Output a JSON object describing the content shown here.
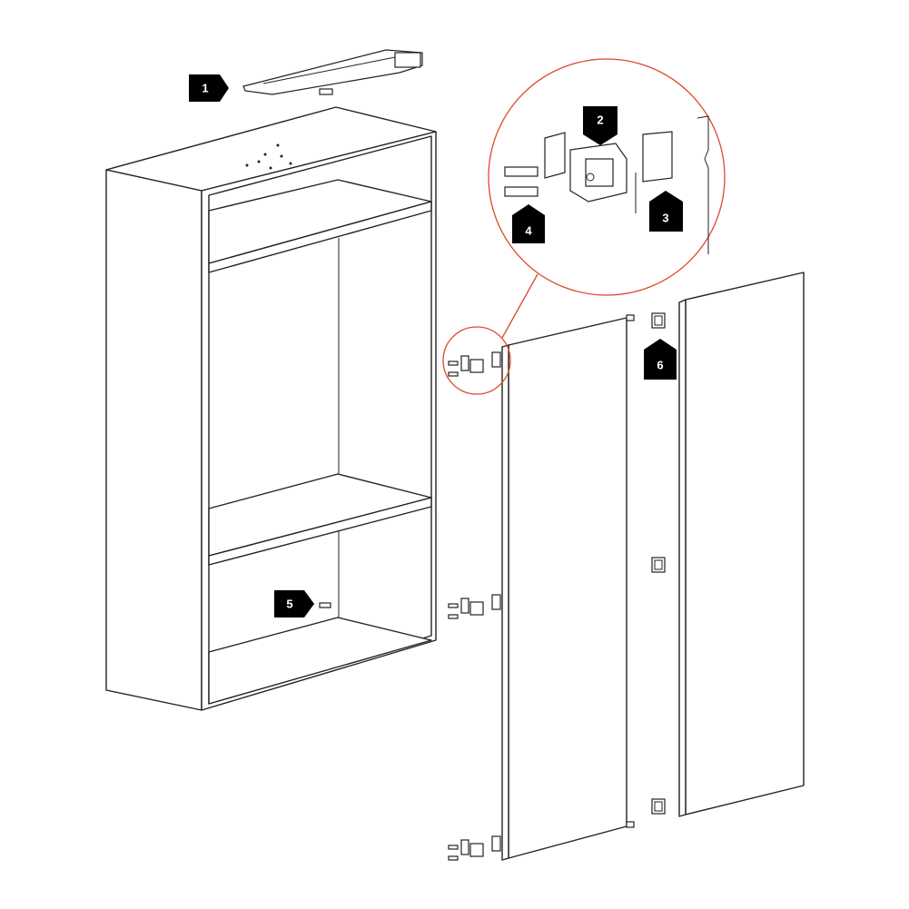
{
  "labels": {
    "rail": "1",
    "hinge": "2",
    "plate": "3",
    "connectors": "4",
    "floor_guide": "5",
    "door_connector": "6"
  },
  "colors": {
    "callout": "#e0462e",
    "line": "#222222",
    "tag": "#000000"
  }
}
